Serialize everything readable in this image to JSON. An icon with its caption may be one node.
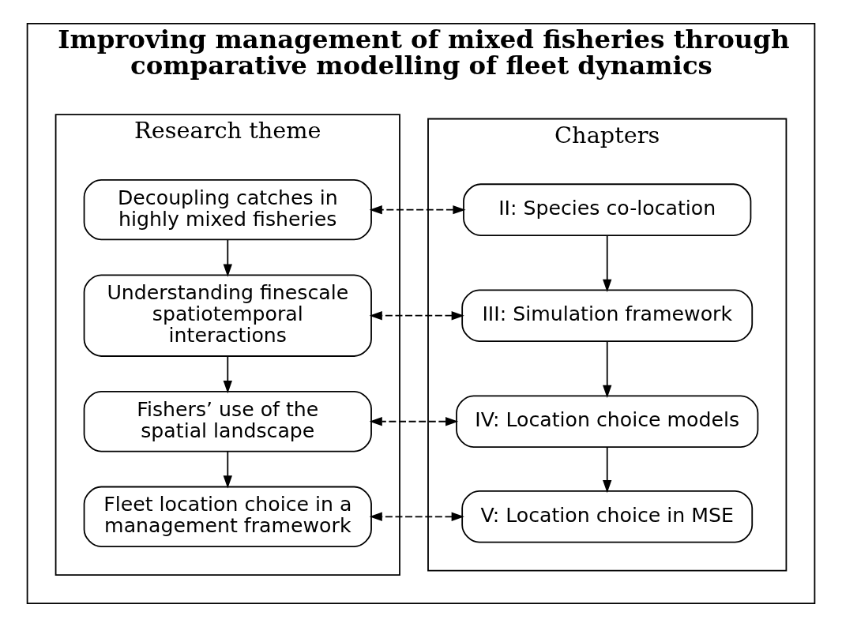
{
  "diagram": {
    "nodes": [
      {
        "text": [
          "Improving management of mixed fisheries through comparative modelling of fleet dynamics"
        ]
      },
      {
        "text": [
          "Chapters"
        ],
        "in": 0
      },
      {
        "text": [
          "Research theme"
        ],
        "in": 0
      },
      {
        "text": [
          "II: Species co-location"
        ],
        "in": 1
      },
      {
        "text": [
          "III: Simulation framework"
        ],
        "in": 1
      },
      {
        "text": [
          "IV: Location choice models"
        ],
        "in": 1
      },
      {
        "text": [
          "V: Location choice in MSE"
        ],
        "in": 1
      },
      {
        "text": [
          "Decoupling catches in highly mixed fisheries"
        ],
        "in": 2
      },
      {
        "text": [
          "Understanding finescale spatiotemporal interactions"
        ],
        "in": 2
      },
      {
        "text": [
          "Fishers’ use of the spatial landscape"
        ],
        "in": 2
      },
      {
        "text": [
          "Fleet location choice in a management framework"
        ],
        "in": 2
      }
    ],
    "edges": [
      {
        "from": 3,
        "to": 4,
        "arrow": "to"
      },
      {
        "from": 4,
        "to": 5,
        "arrow": "to"
      },
      {
        "from": 5,
        "to": 6,
        "arrow": "to"
      },
      {
        "from": 7,
        "to": 8,
        "arrow": "to"
      },
      {
        "from": 8,
        "to": 9,
        "arrow": "to"
      },
      {
        "from": 9,
        "to": 10,
        "arrow": "to"
      },
      {
        "from": 3,
        "to": 7,
        "arrow": "both",
        "style": "dashed"
      },
      {
        "from": 4,
        "to": 8,
        "arrow": "both",
        "style": "dashed"
      },
      {
        "from": 5,
        "to": 9,
        "arrow": "both",
        "style": "dashed"
      },
      {
        "from": 6,
        "to": 10,
        "arrow": "both",
        "style": "dashed"
      }
    ]
  }
}
